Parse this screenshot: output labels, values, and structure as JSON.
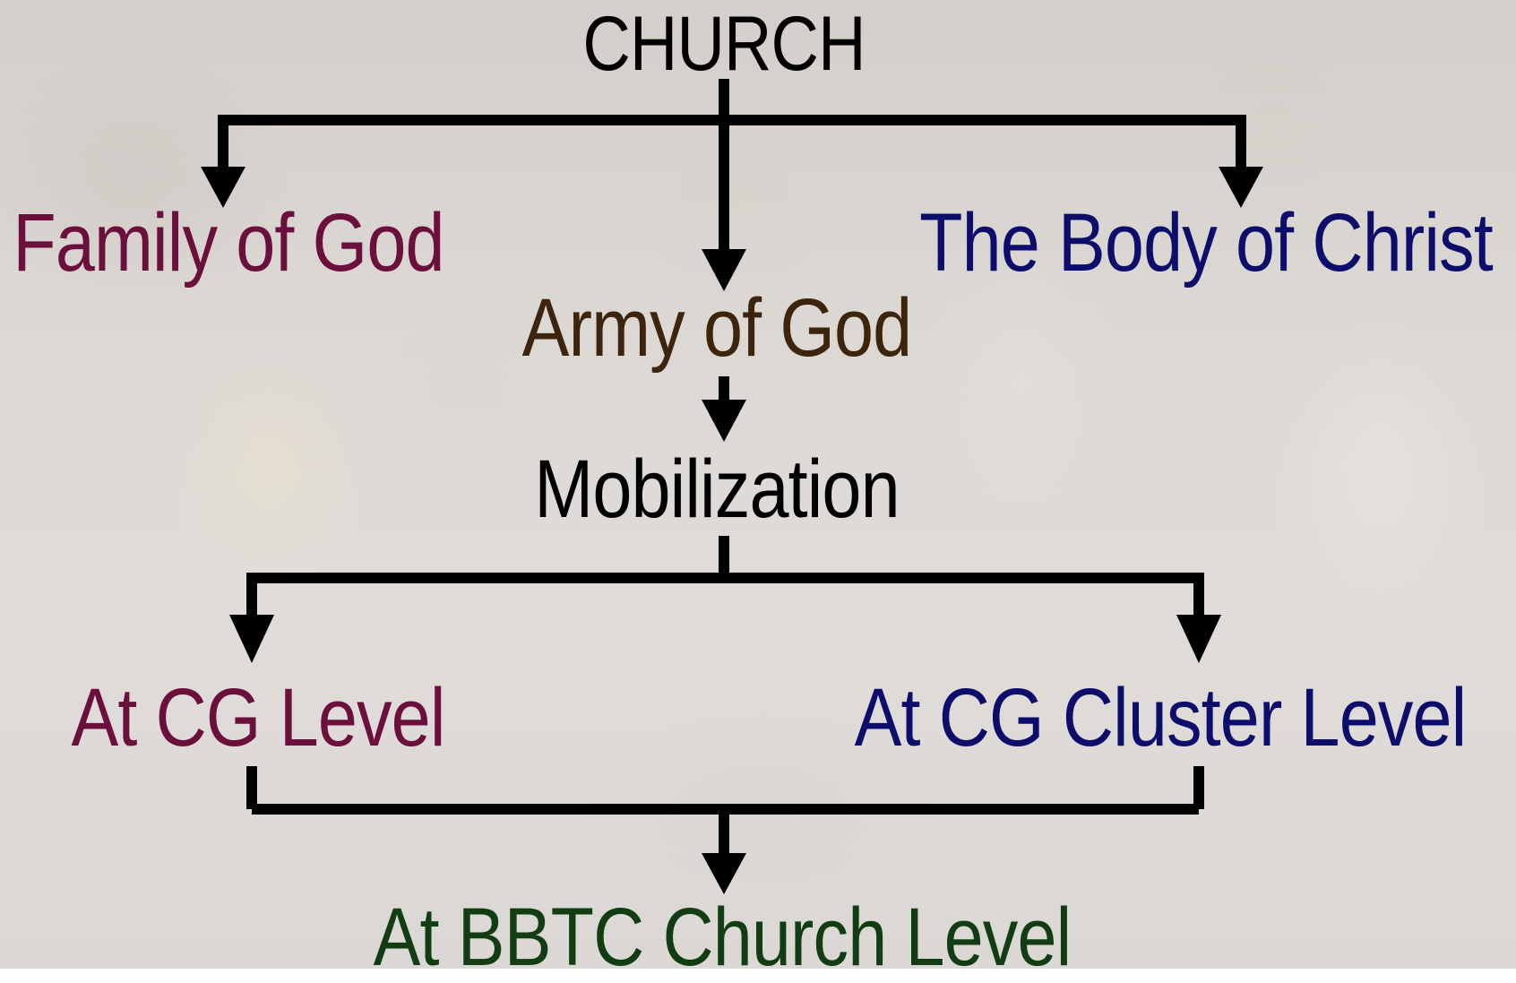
{
  "diagram": {
    "nodes": {
      "church": {
        "label": "CHURCH",
        "color": "#000000"
      },
      "family": {
        "label": "Family of God",
        "color": "#6b0f3c"
      },
      "army": {
        "label": "Army of God",
        "color": "#3d240d"
      },
      "body": {
        "label": "The Body of Christ",
        "color": "#0d0d6b"
      },
      "mobilization": {
        "label": "Mobilization",
        "color": "#000000"
      },
      "cg_level": {
        "label": "At CG Level",
        "color": "#6b0f3c"
      },
      "cg_cluster": {
        "label": "At CG Cluster Level",
        "color": "#0d0d6b"
      },
      "bbtc": {
        "label": "At BBTC Church Level",
        "color": "#123d12"
      }
    },
    "edges": [
      {
        "from": "CHURCH",
        "to": "Family of God"
      },
      {
        "from": "CHURCH",
        "to": "Army of God"
      },
      {
        "from": "CHURCH",
        "to": "The Body of Christ"
      },
      {
        "from": "Army of God",
        "to": "Mobilization"
      },
      {
        "from": "Mobilization",
        "to": "At CG Level"
      },
      {
        "from": "Mobilization",
        "to": "At CG Cluster Level"
      },
      {
        "from": "At CG Level",
        "to": "At BBTC Church Level"
      },
      {
        "from": "At CG Cluster Level",
        "to": "At BBTC Church Level"
      }
    ]
  }
}
